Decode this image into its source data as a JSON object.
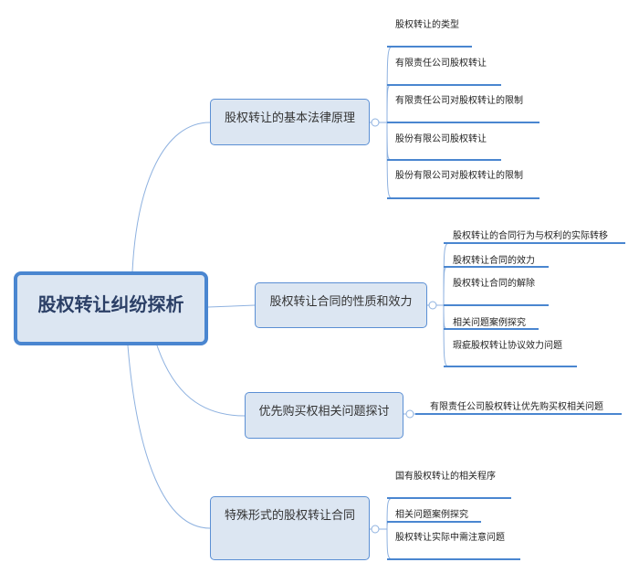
{
  "root": {
    "label": "股权转让纠纷探析"
  },
  "branches": [
    {
      "label": "股权转让的基本法律原理",
      "children": [
        "股权转让的类型",
        "有限责任公司股权转让",
        "有限责任公司对股权转让的限制",
        "股份有限公司股权转让",
        "股份有限公司对股权转让的限制"
      ]
    },
    {
      "label": "股权转让合同的性质和效力",
      "children": [
        "股权转让的合同行为与权利的实际转移",
        "股权转让合同的效力",
        "股权转让合同的解除",
        "相关问题案例探究",
        "瑕疵股权转让协议效力问题"
      ]
    },
    {
      "label": "优先购买权相关问题探讨",
      "children": [
        "有限责任公司股权转让优先购买权相关问题"
      ]
    },
    {
      "label": "特殊形式的股权转让合同",
      "children": [
        "国有股权转让的相关程序",
        "相关问题案例探究",
        "股权转让实际中需注意问题"
      ]
    }
  ],
  "colors": {
    "line": "#4a86d0",
    "box_fill": "#dce6f2",
    "connector": "#8fb2e0"
  }
}
